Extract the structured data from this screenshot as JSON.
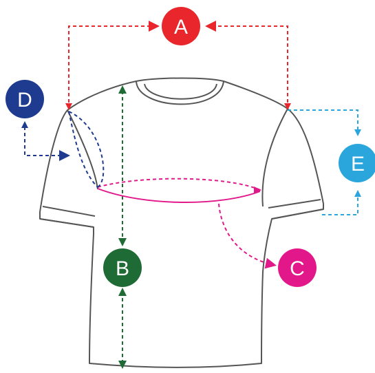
{
  "markers": {
    "a": {
      "label": "A",
      "color": "#e8262b"
    },
    "b": {
      "label": "B",
      "color": "#1f6b35"
    },
    "c": {
      "label": "C",
      "color": "#e2188a"
    },
    "d": {
      "label": "D",
      "color": "#1f3b8f"
    },
    "e": {
      "label": "E",
      "color": "#2aa6dc"
    }
  },
  "garment": {
    "outline_color": "#555555",
    "fill": "#ffffff"
  }
}
